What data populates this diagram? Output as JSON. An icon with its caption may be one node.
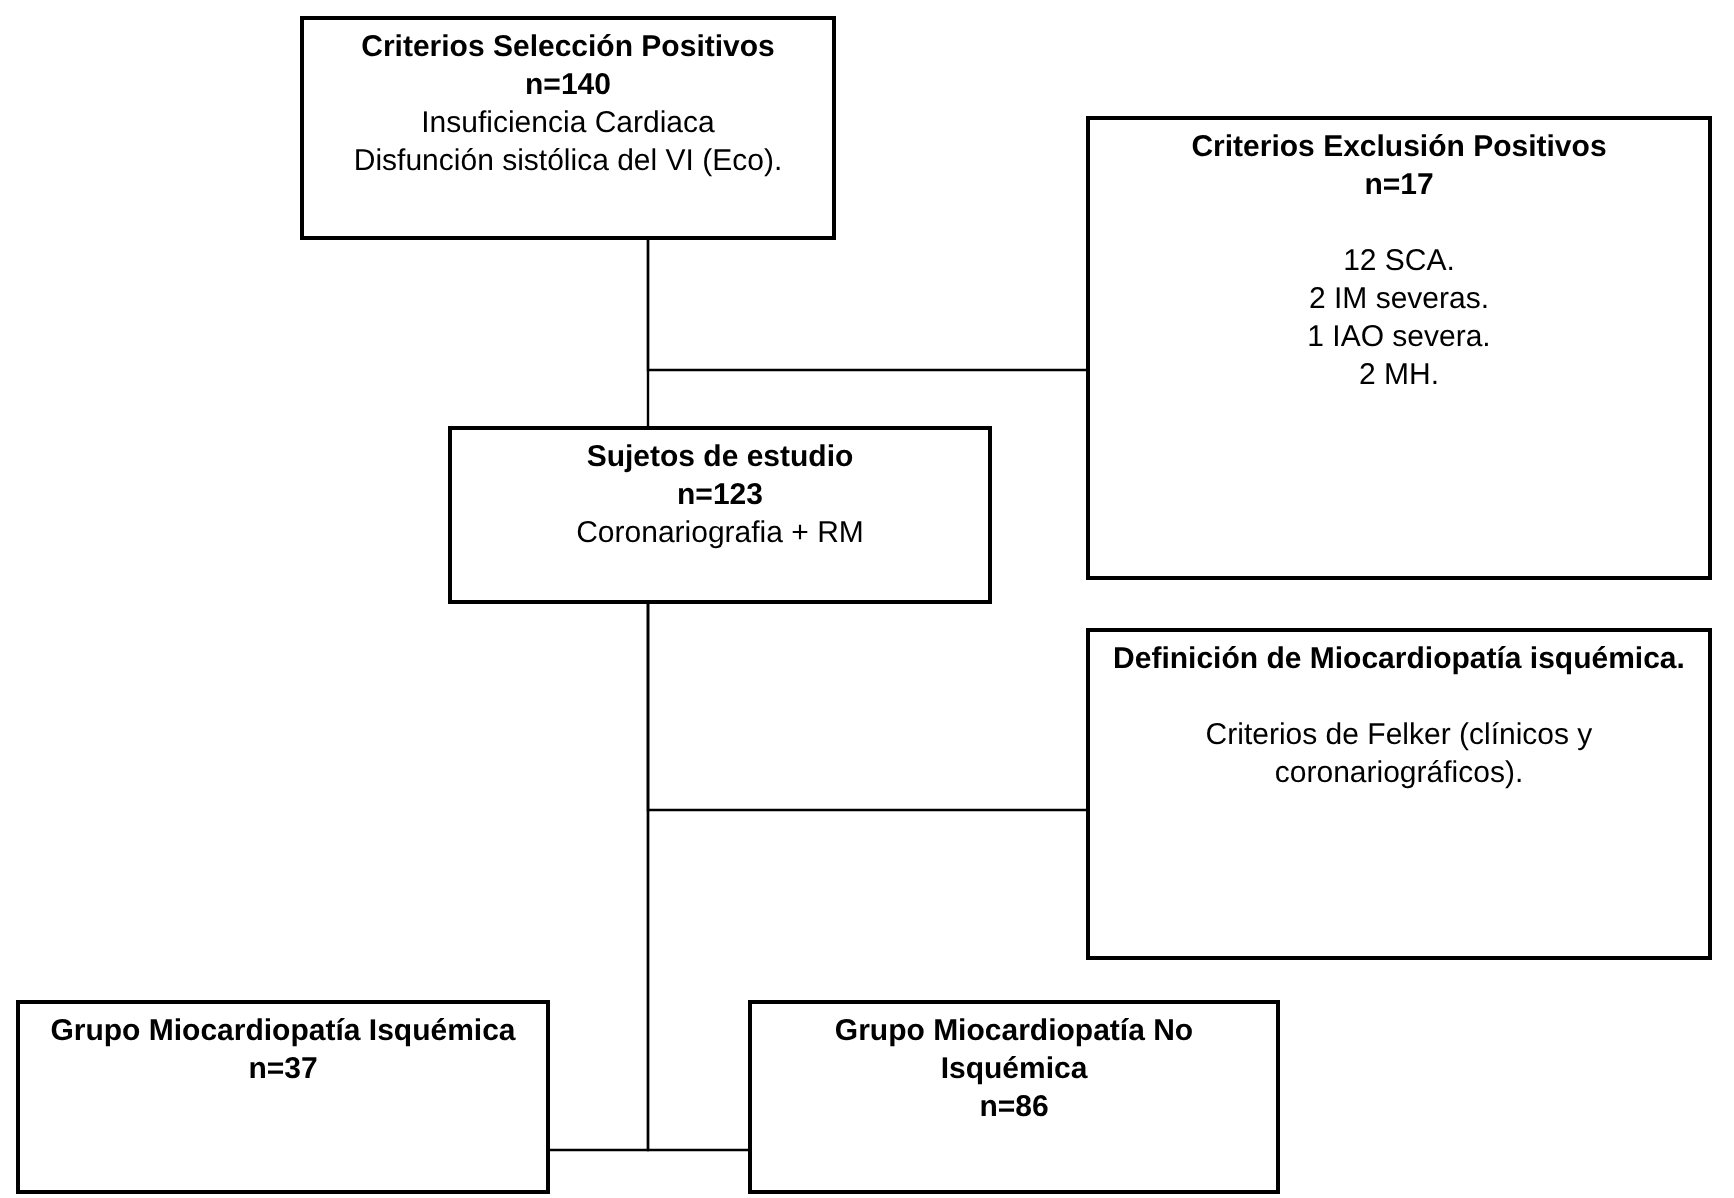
{
  "diagram": {
    "nodes": [
      {
        "text": [
          "Criterios Selección Positivos",
          "n=140",
          "Insuficiencia Cardiaca",
          "Disfunción sistólica del VI (Eco)."
        ]
      },
      {
        "text": [
          "Criterios Exclusión Positivos",
          "n=17",
          "12 SCA.",
          "2 IM severas.",
          "1 IAO severa.",
          "2 MH."
        ]
      },
      {
        "text": [
          "Sujetos de estudio",
          "n=123",
          "Coronariografia + RM"
        ]
      },
      {
        "text": [
          "Definición de Miocardiopatía isquémica.",
          "Criterios de Felker (clínicos y coronariográficos)."
        ]
      },
      {
        "text": [
          "Grupo Miocardiopatía Isquémica",
          "n=37"
        ]
      },
      {
        "text": [
          "Grupo Miocardiopatía No Isquémica",
          "n=86"
        ]
      }
    ],
    "edges": [
      {
        "from": 0,
        "to": 2,
        "arrow": "none"
      },
      {
        "from": 0,
        "to": 1,
        "arrow": "none"
      },
      {
        "from": 2,
        "to": 3,
        "arrow": "none"
      },
      {
        "from": 2,
        "to": 4,
        "arrow": "none"
      },
      {
        "from": 2,
        "to": 5,
        "arrow": "none"
      }
    ]
  }
}
